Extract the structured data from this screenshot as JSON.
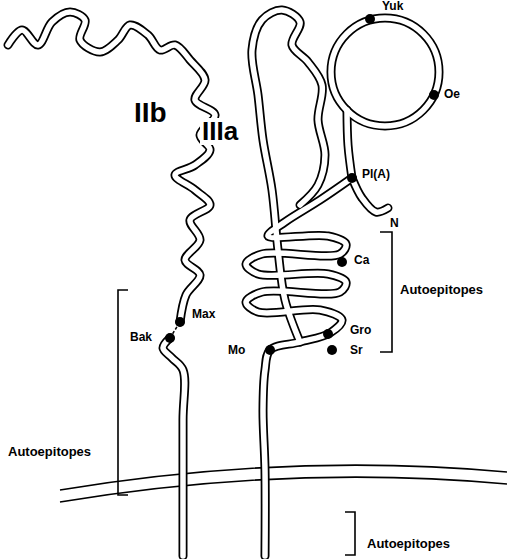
{
  "diagram": {
    "labels": [
      "IIb",
      "IIIa",
      "Yuk",
      "Oe",
      "Pl(A)",
      "N",
      "Ca",
      "Autoepitopes",
      "Gro",
      "Sr",
      "Mo",
      "Bak",
      "Max",
      "Autoepitopes",
      "Autoepitopes"
    ]
  }
}
